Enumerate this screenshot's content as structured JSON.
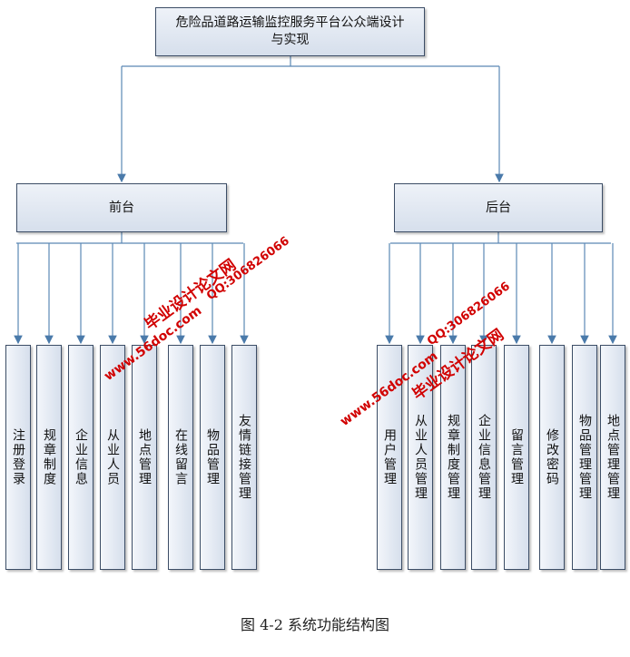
{
  "root": {
    "line1": "危险品道路运输监控服务平台公众端设计",
    "line2": "与实现"
  },
  "front": {
    "label": "前台",
    "items": [
      "注册登录",
      "规章制度",
      "企业信息",
      "从业人员",
      "地点管理",
      "在线留言",
      "物品管理",
      "友情链接管理"
    ]
  },
  "back": {
    "label": "后台",
    "items": [
      "用户管理",
      "从业人员管理",
      "规章制度管理",
      "企业信息管理",
      "留言管理",
      "修改密码",
      "物品管理管理",
      "地点管理管理"
    ]
  },
  "watermark": {
    "site": "毕业设计论文网",
    "url": "www.56doc.com",
    "qq": "QQ:306826066"
  },
  "caption": "图 4-2 系统功能结构图",
  "colors": {
    "line": "#5b88b5",
    "border": "#3c4d66",
    "watermark": "#d10000"
  }
}
